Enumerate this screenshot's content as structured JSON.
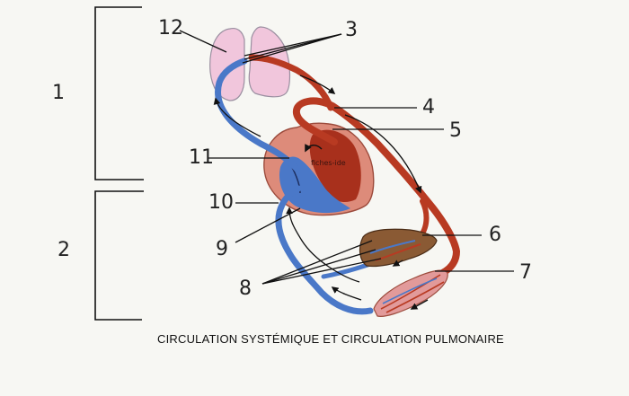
{
  "diagram": {
    "caption": "CIRCULATION SYSTÉMIQUE ET CIRCULATION PULMONAIRE",
    "watermark": "fiches-ide",
    "bracket_labels": {
      "upper": "1",
      "lower": "2"
    },
    "labels": {
      "n3": "3",
      "n4": "4",
      "n5": "5",
      "n6": "6",
      "n7": "7",
      "n8": "8",
      "n9": "9",
      "n10": "10",
      "n11": "11",
      "n12": "12"
    },
    "colors": {
      "artery": "#b83a22",
      "vein": "#4a78c8",
      "lung": "#f1c6dc",
      "heart_outer": "#dd8b7a",
      "liver": "#8a5a34",
      "muscle": "#e29a9a",
      "arrow": "#111111"
    }
  }
}
